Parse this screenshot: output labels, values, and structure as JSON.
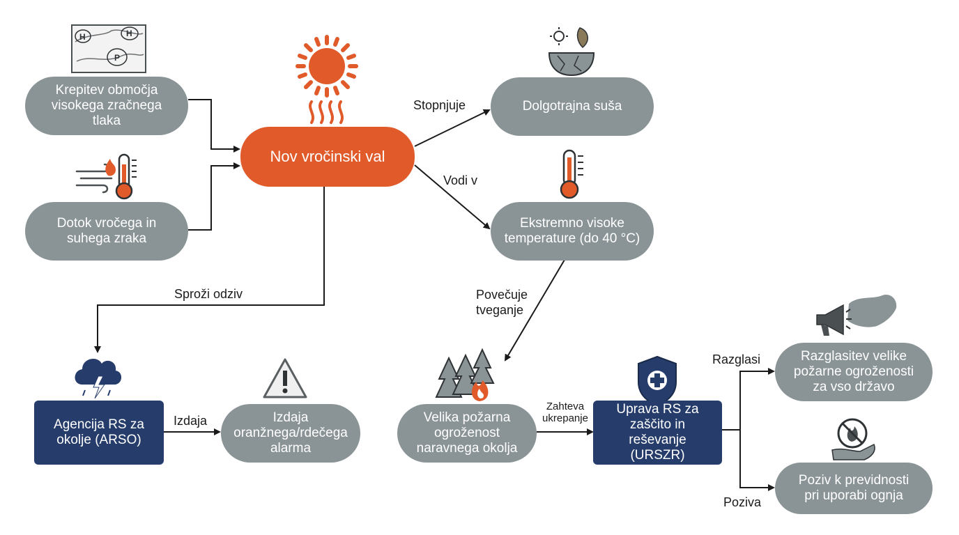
{
  "colors": {
    "gray_node": "#8a9396",
    "orange_node": "#e05a2a",
    "navy_node": "#263d6b",
    "sun": "#e05a2a",
    "icon_dark": "#4a4f52",
    "flame": "#e05a2a"
  },
  "nodes": {
    "high_pressure": "Krepitev območja\nvisokega zračnega\ntlaka",
    "hot_air": "Dotok vročega in\nsuhega zraka",
    "heatwave": "Nov vročinski val",
    "drought": "Dolgotrajna suša",
    "extreme_temp": "Ekstremno visoke\ntemperature (do 40 °C)",
    "arso": "Agencija RS za\nokolje (ARSO)",
    "alarm": "Izdaja\noranžnega/rdečega\nalarma",
    "fire_risk": "Velika požarna\nogroženost\nnaravnega okolja",
    "urszr": "Uprava RS za\nzaščito in reševanje\n(URSZR)",
    "declaration": "Razglasitev velike\npožarne ogroženosti\nza vso državo",
    "caution": "Poziv k previdnosti\npri uporabi ognja"
  },
  "edges": {
    "intensifies": "Stopnjuje",
    "leads_to": "Vodi v",
    "triggers": "Sproži odziv",
    "increases_risk": "Povečuje\ntveganje",
    "issues": "Izdaja",
    "action_request": "Zahteva\nukrepanje",
    "declares": "Razglasi",
    "calls": "Poziva"
  },
  "map_icon_letters": [
    "H",
    "H",
    "P"
  ],
  "icons": [
    "weather-map-icon",
    "sun-icon",
    "heat-waves-icon",
    "hot-wind-icon",
    "thermometer-icon",
    "drought-icon",
    "storm-cloud-icon",
    "warning-icon",
    "forest-fire-icon",
    "shield-icon",
    "megaphone-map-icon",
    "no-fire-icon"
  ]
}
